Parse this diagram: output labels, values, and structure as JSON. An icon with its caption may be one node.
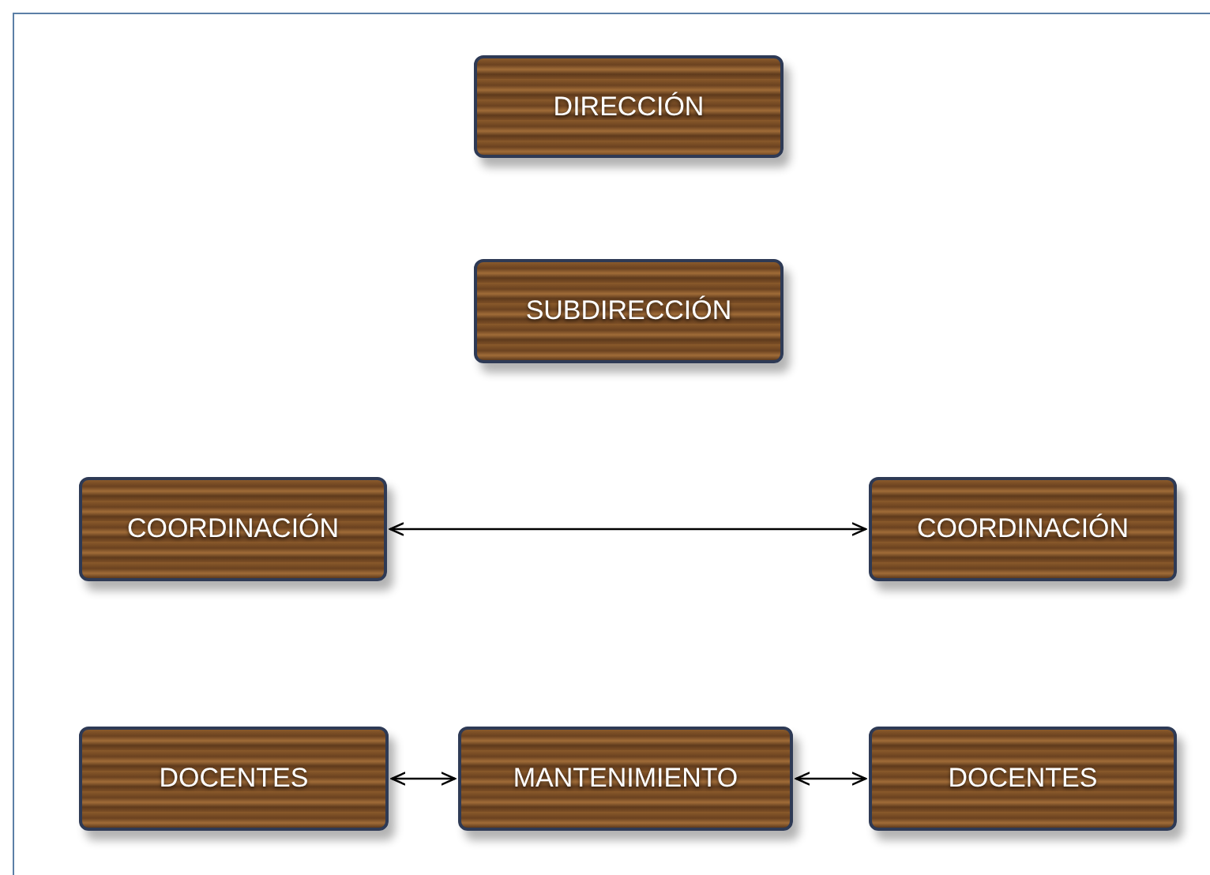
{
  "diagram": {
    "nodes": [
      {
        "text": [
          "DIRECCIÓN"
        ]
      },
      {
        "text": [
          "SUBDIRECCIÓN"
        ]
      },
      {
        "text": [
          "COORDINACIÓN"
        ]
      },
      {
        "text": [
          "COORDINACIÓN"
        ]
      },
      {
        "text": [
          "DOCENTES"
        ]
      },
      {
        "text": [
          "MANTENIMIENTO"
        ]
      },
      {
        "text": [
          "DOCENTES"
        ]
      }
    ],
    "edges": [
      {
        "from": 2,
        "to": 3,
        "arrow": "both"
      },
      {
        "from": 4,
        "to": 5,
        "arrow": "both"
      },
      {
        "from": 5,
        "to": 6,
        "arrow": "both"
      }
    ]
  }
}
